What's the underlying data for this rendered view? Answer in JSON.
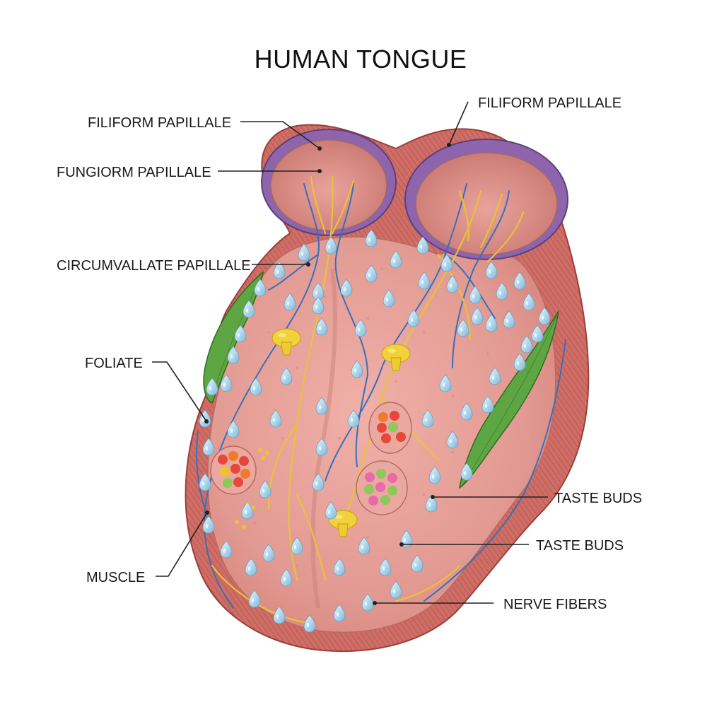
{
  "title": "HUMAN TONGUE",
  "labels": {
    "filiform_left": "FILIFORM PAPILLALE",
    "filiform_right": "FILIFORM PAPILLALE",
    "fungiform": "FUNGIORM PAPILLALE",
    "circumvallate": "CIRCUMVALLATE PAPILLALE",
    "foliate": "FOLIATE",
    "muscle": "MUSCLE",
    "taste_buds_1": "TASTE BUDS",
    "taste_buds_2": "TASTE BUDS",
    "nerve_fibers": "NERVE FIBERS"
  },
  "colors": {
    "tongue_surface": "#e8a29b",
    "muscle_rim": "#c8605a",
    "papilla_ring": "#8e64ad",
    "taste_bud_drop": "#b7dcef",
    "nerve_yellow": "#e8c23a",
    "vessel_blue": "#3a6fb8",
    "foliate_green": "#4e9a3a",
    "fungiform_yellow": "#f2d23a"
  }
}
